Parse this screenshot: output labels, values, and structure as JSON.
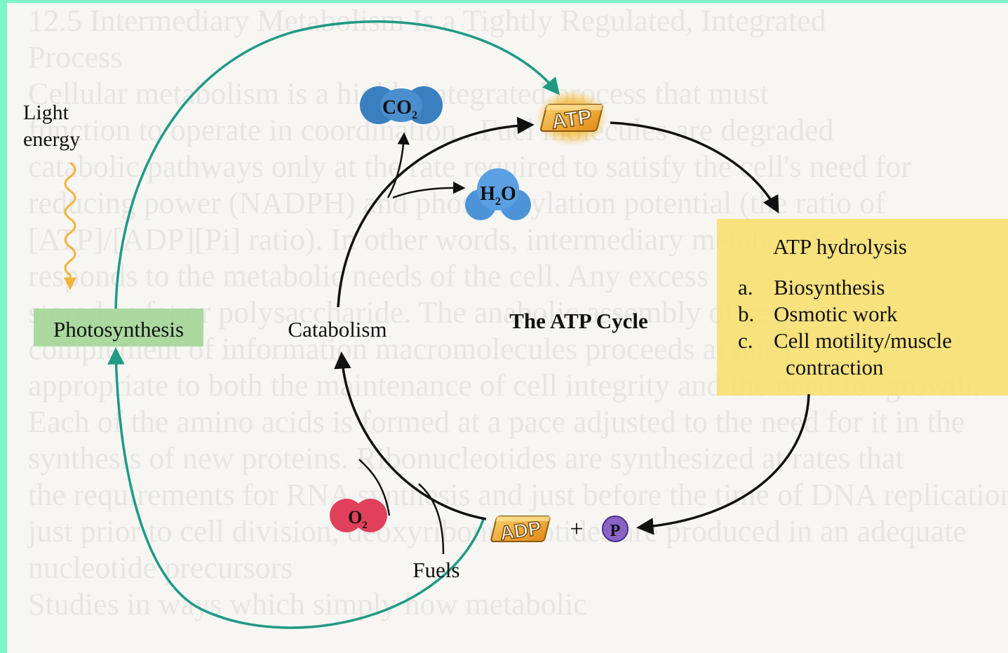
{
  "background_text": [
    "12.5 Intermediary Metabolism Is a Tightly Regulated, Integrated",
    "Process",
    "Cellular metabolism is a highly integrated process that must",
    "function to operate in coordination...Fuel molecules are degraded",
    "catabolic pathways only at the rate required to satisfy the cell's need for",
    "reducing power (NADPH) and phosphorylation potential (the ratio of",
    "[ATP]/[ADP][Pi] ratio). In other words, intermediary metabolism",
    "responds to the metabolic needs of the cell. Any excess",
    "stored as fat or polysaccharide. The anabolic assembly of cellular",
    "complement of information macromolecules proceeds at rates",
    "appropriate to both the maintenance of cell integrity and the need for growth.",
    "Each of the amino acids is formed at a pace adjusted to the need for it in the",
    "synthesis of new proteins. Ribonucleotides are synthesized at rates that",
    "the requirements for RNA synthesis and just before the time of DNA replication",
    "just prior to cell division, deoxyribonucleotides are produced in an adequate",
    "nucleotide precursors",
    "Studies in ways which simply how metabolic"
  ],
  "labels": {
    "light_energy_line1": "Light",
    "light_energy_line2": "energy",
    "photosynthesis": "Photosynthesis",
    "catabolism": "Catabolism",
    "cycle_title": "The ATP Cycle",
    "fuels": "Fuels",
    "plus": "+"
  },
  "molecules": {
    "co2": {
      "main": "CO",
      "sub": "2"
    },
    "h2o": {
      "pre": "H",
      "sub": "2",
      "post": "O"
    },
    "o2": {
      "main": "O",
      "sub": "2"
    },
    "atp": "ATP",
    "adp": "ADP",
    "pi": "P"
  },
  "hydrolysis_box": {
    "heading": "ATP hydrolysis",
    "items": [
      {
        "letter": "a.",
        "text": "Biosynthesis"
      },
      {
        "letter": "b.",
        "text": "Osmotic work"
      },
      {
        "letter": "c.",
        "text": "Cell motility/muscle"
      }
    ],
    "continuation": "contraction"
  },
  "colors": {
    "teal_arrow": "#1f9a83",
    "black_arrow": "#111111",
    "co2_blue": "#3a7fc0",
    "h2o_blue": "#4d93d8",
    "o2_red": "#e0405a",
    "atp_orange": "#f0a52a",
    "pi_purple": "#8a63c9",
    "photosynthesis_green": "#a6d79a",
    "hydrolysis_yellow": "#f7df74",
    "light_wave": "#f2b43a",
    "page_border": "#7df5c6"
  }
}
